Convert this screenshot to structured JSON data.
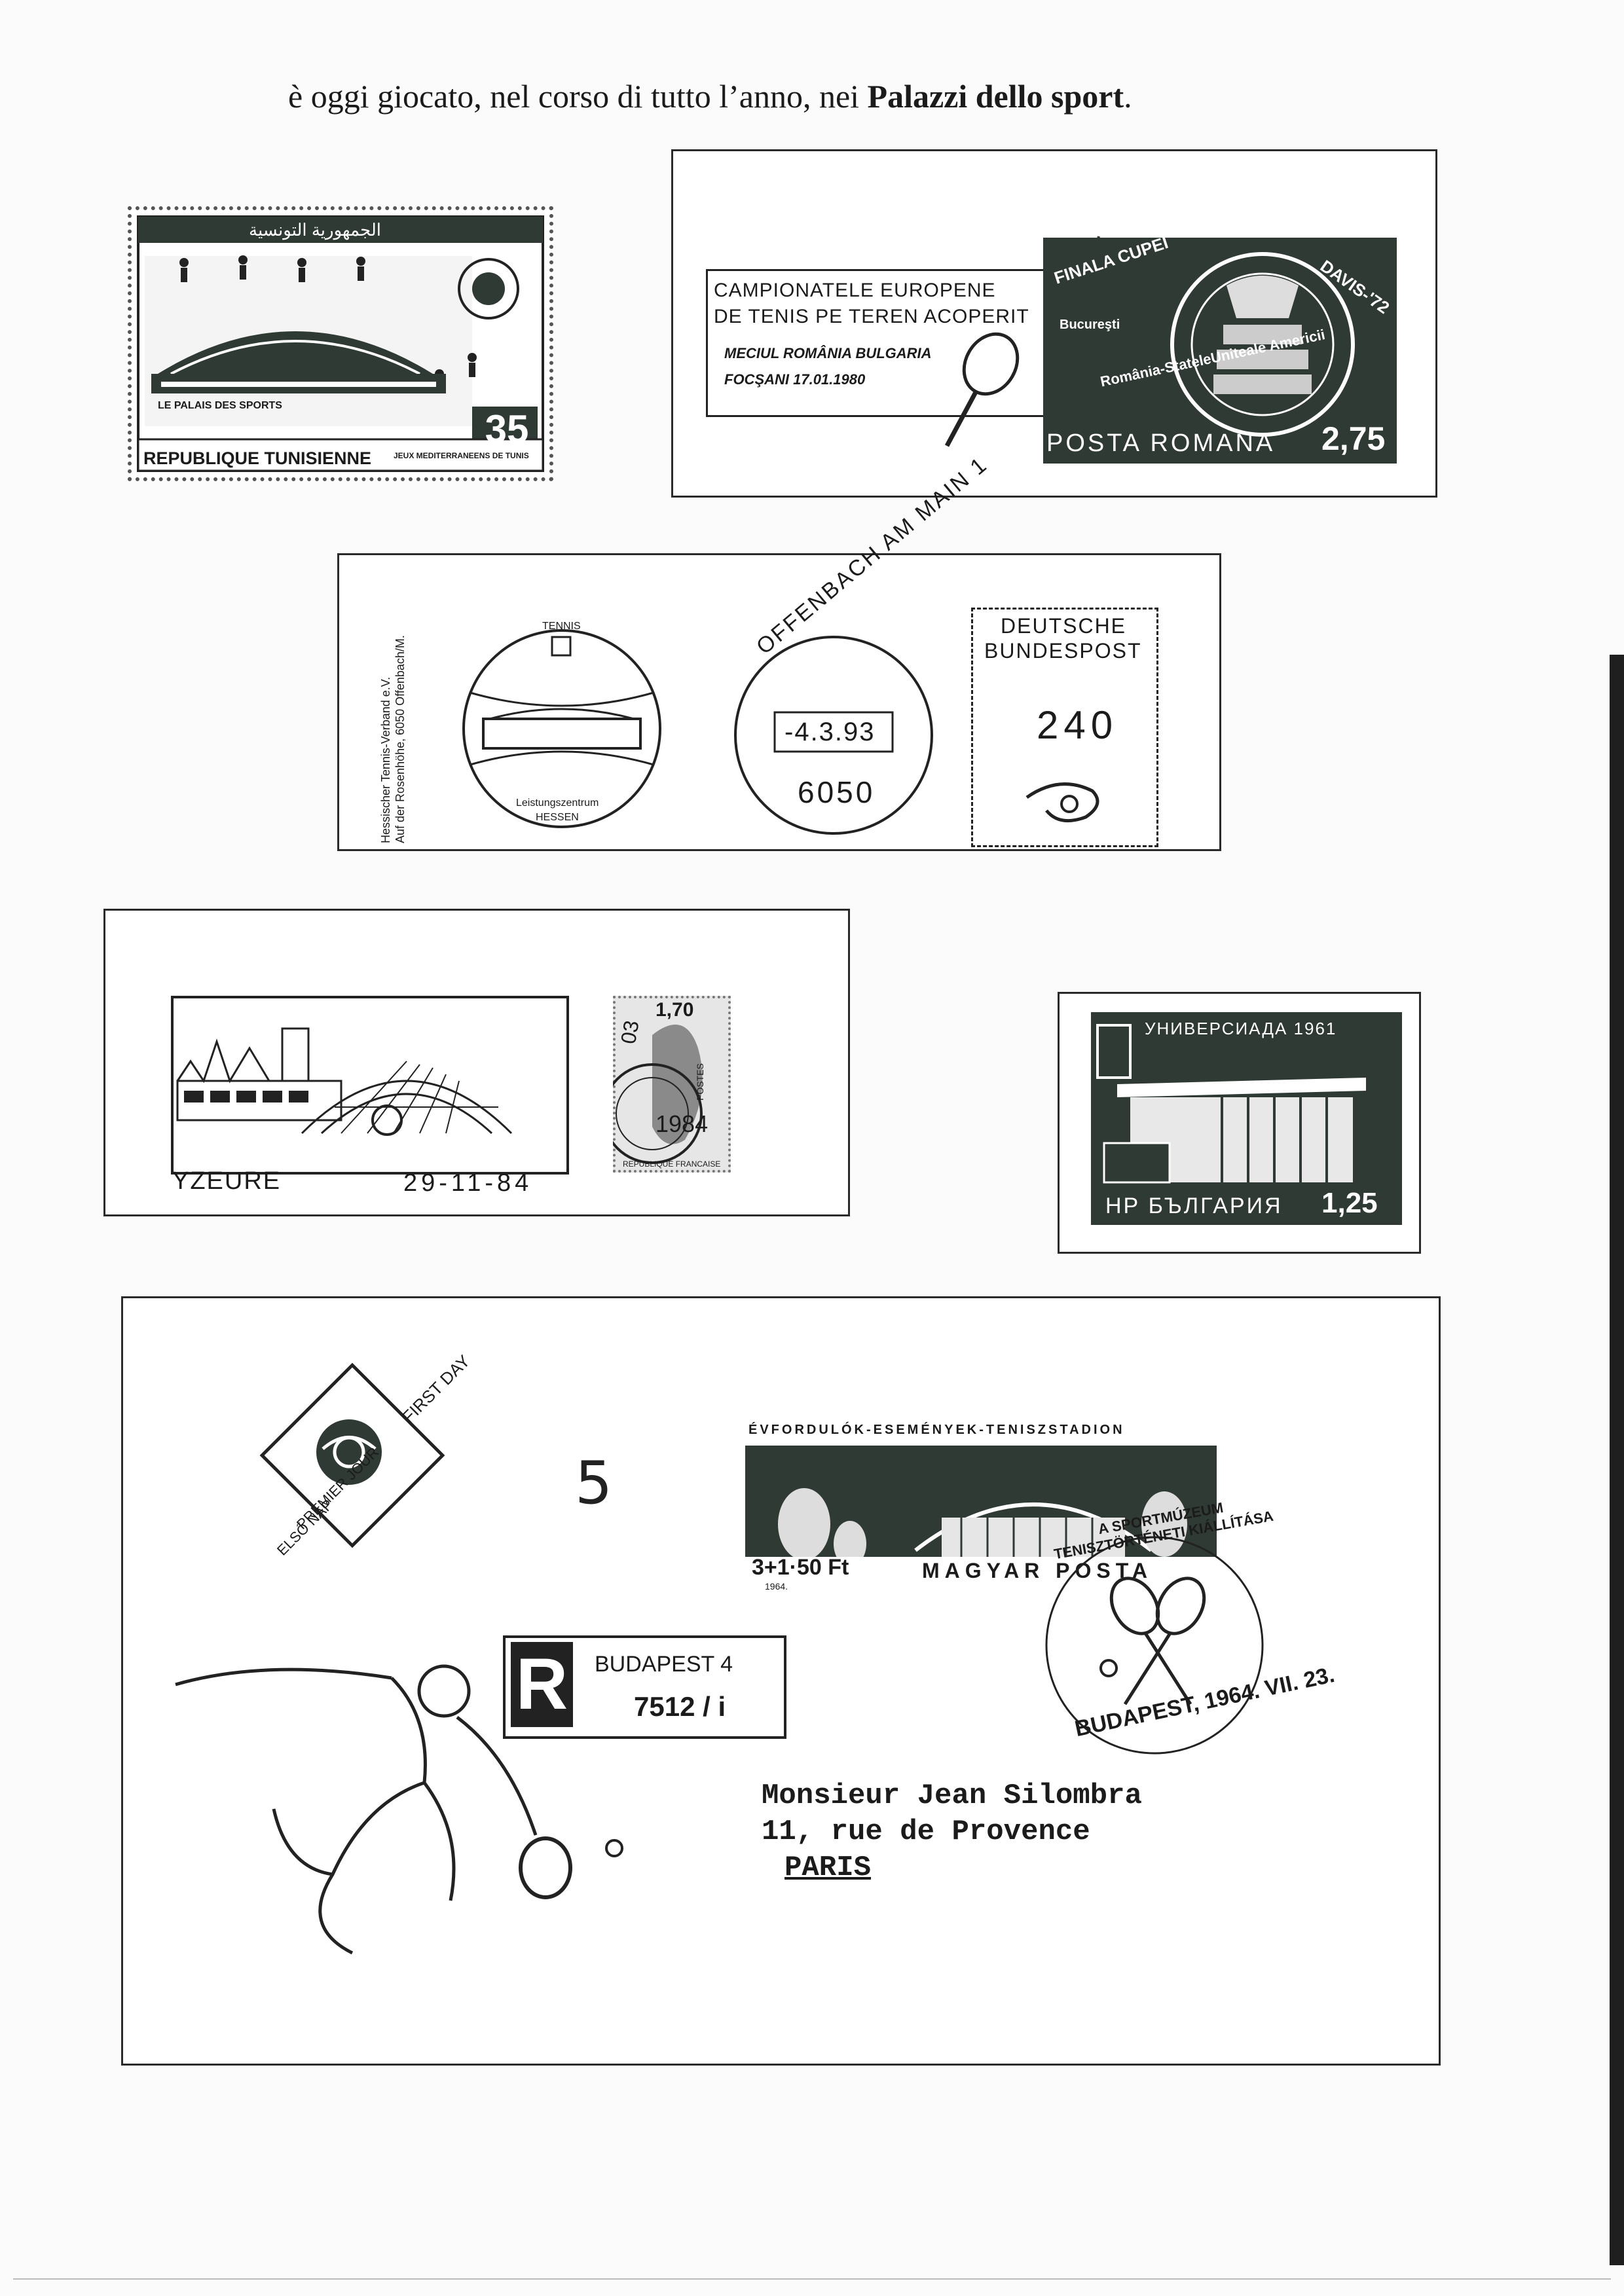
{
  "header": {
    "text_pre": "è oggi giocato, nel corso di tutto l’anno, nei ",
    "text_bold": "Palazzi dello sport",
    "text_post": "."
  },
  "tunisia_stamp": {
    "arabic_top": "الجمهورية التونسية",
    "palais_label": "LE PALAIS DES SPORTS",
    "value": "35",
    "country": "REPUBLIQUE TUNISIENNE",
    "event": "JEUX MEDITERRANEENS DE TUNIS"
  },
  "romania_cover": {
    "cancel_lines": [
      "CAMPIONATELE EUROPENE",
      "DE TENIS PE TEREN ACOPERIT",
      "MECIUL ROMÂNIA BULGARIA",
      "FOCŞANI 17.01.1980"
    ],
    "stamp_finala": "FINALA CUPEI",
    "stamp_davis": "DAVIS-'72",
    "stamp_city": "Bucureşti",
    "stamp_match": "România-StateleUniteale Americii",
    "stamp_country": "POSTA ROMANA",
    "stamp_value": "2,75"
  },
  "germany_meter": {
    "side_text": [
      "Hessischer Tennis-Verband e.V.",
      "Auf der Rosenhöhe, 6050 Offenbach/M."
    ],
    "circle_top": "TENNIS",
    "circle_bottom": "Leistungszentrum",
    "circle_bottom2": "HESSEN",
    "postmark_city": "OFFENBACH AM MAIN 1",
    "postmark_date": "-4.3.93",
    "postmark_zip": "6050",
    "postage_title": [
      "DEUTSCHE",
      "BUNDESPOST"
    ],
    "postage_value": "240"
  },
  "france_card": {
    "town": "YZEURE",
    "date": "29-11-84",
    "stamp_value": "1,70",
    "stamp_country": "POSTES",
    "stamp_issuer": "REPUBLIQUE FRANCAISE",
    "cancel_date": "03",
    "cancel_year": "1984"
  },
  "bulgaria_stamp": {
    "title": "УНИВЕРСИАДА 1961",
    "country": "НР БЪЛГАРИЯ",
    "value": "1,25"
  },
  "hungary_cover": {
    "fdc_lines": [
      "ELSŐ NAP",
      "PREMIER JOUR",
      "FIRST DAY"
    ],
    "stamp_title": "ÉVFORDULÓK-ESEMÉNYEK-TENISZSTADION",
    "stamp_value": "3+1·50 Ft",
    "stamp_country": "MAGYAR POSTA",
    "stamp_year": "1964.",
    "cancel_text": "A SPORTMÚZEUM TENISZTÖRTÉNETI KIÁLLÍTÁSA",
    "cancel_date": "BUDAPEST, 1964. VII. 23.",
    "pencil_mark": "5",
    "registration_letter": "R",
    "registration_office": "BUDAPEST 4",
    "registration_number": "7512 / i",
    "address": [
      "Monsieur Jean Silombra",
      "11, rue de Provence",
      "PARIS"
    ]
  }
}
